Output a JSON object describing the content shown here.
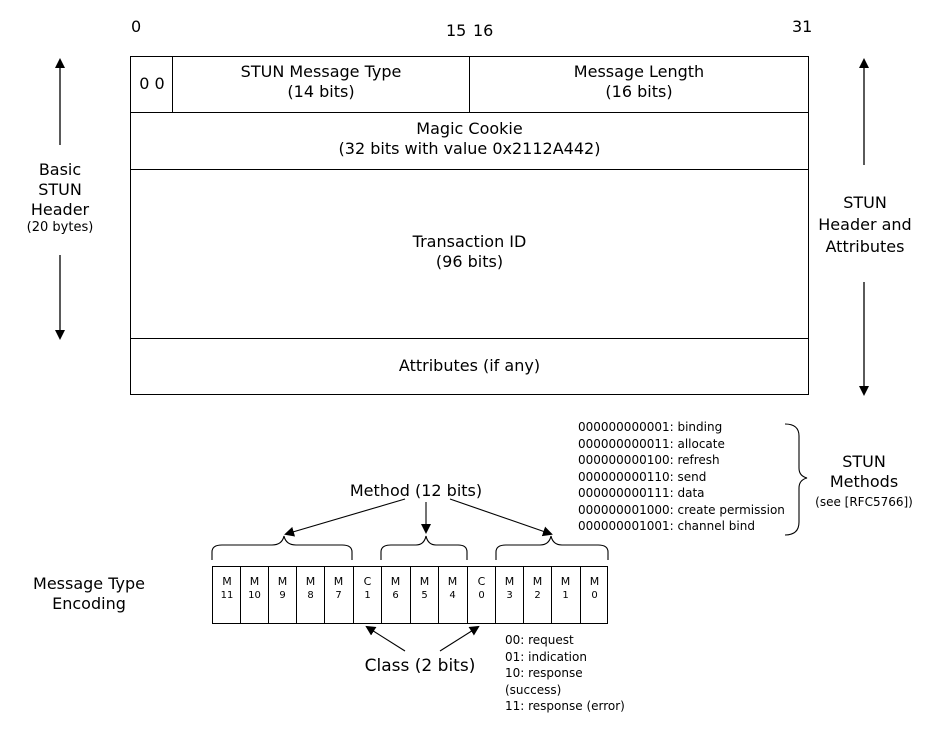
{
  "bit_markers": {
    "b0": "0",
    "b15": "15",
    "b16": "16",
    "b31": "31"
  },
  "header": {
    "zero_bits": "0 0",
    "msg_type": {
      "title": "STUN Message Type",
      "sub": "(14 bits)"
    },
    "msg_length": {
      "title": "Message Length",
      "sub": "(16 bits)"
    },
    "magic_cookie": {
      "title": "Magic Cookie",
      "sub": "(32 bits with value 0x2112A442)"
    },
    "transaction_id": {
      "title": "Transaction ID",
      "sub": "(96 bits)"
    },
    "attributes": "Attributes (if any)"
  },
  "left_label": {
    "l1": "Basic",
    "l2": "STUN",
    "l3": "Header",
    "l4": "(20 bytes)"
  },
  "right_label": {
    "l1": "STUN",
    "l2": "Header and",
    "l3": "Attributes"
  },
  "methods": {
    "items": [
      "000000000001: binding",
      "000000000011: allocate",
      "000000000100: refresh",
      "000000000110: send",
      "000000000111: data",
      "000000001000: create permission",
      "000000001001: channel bind"
    ],
    "label": {
      "l1": "STUN",
      "l2": "Methods",
      "l3": "(see [RFC5766])"
    }
  },
  "method_caption": "Method (12 bits)",
  "encoding_label": {
    "l1": "Message Type",
    "l2": "Encoding"
  },
  "bits": [
    {
      "a": "M",
      "b": "11"
    },
    {
      "a": "M",
      "b": "10"
    },
    {
      "a": "M",
      "b": "9"
    },
    {
      "a": "M",
      "b": "8"
    },
    {
      "a": "M",
      "b": "7"
    },
    {
      "a": "C",
      "b": "1"
    },
    {
      "a": "M",
      "b": "6"
    },
    {
      "a": "M",
      "b": "5"
    },
    {
      "a": "M",
      "b": "4"
    },
    {
      "a": "C",
      "b": "0"
    },
    {
      "a": "M",
      "b": "3"
    },
    {
      "a": "M",
      "b": "2"
    },
    {
      "a": "M",
      "b": "1"
    },
    {
      "a": "M",
      "b": "0"
    }
  ],
  "class_caption": "Class (2 bits)",
  "class_values": [
    "00: request",
    "01: indication",
    "10: response",
    "(success)",
    "11: response (error)"
  ]
}
